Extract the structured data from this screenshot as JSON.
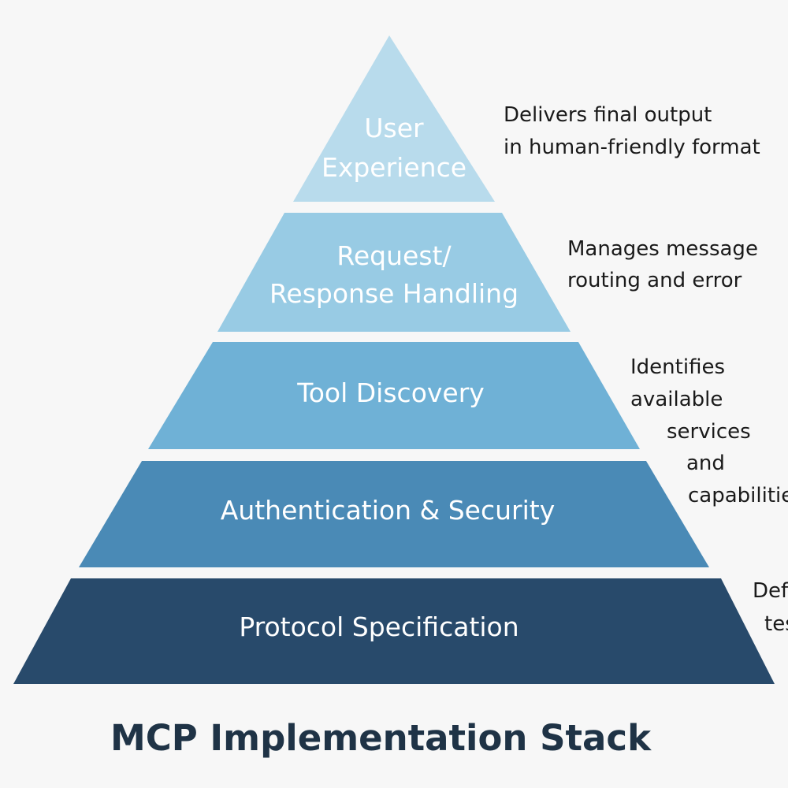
{
  "title": "MCP Implementation Stack",
  "colors": {
    "background": "#f7f7f7",
    "tier_1": "#b8dbec",
    "tier_2": "#98cbe4",
    "tier_3": "#6fb1d6",
    "tier_4": "#4a8ab6",
    "tier_5": "#284a6b",
    "label_text": "#ffffff",
    "annotation_text": "#1a1a1a",
    "title_text": "#1f3346"
  },
  "pyramid": {
    "tiers": [
      {
        "label_lines": [
          "User",
          "Experience"
        ],
        "color": "#b8dbec"
      },
      {
        "label_lines": [
          "Request/",
          "Response Handling"
        ],
        "color": "#98cbe4"
      },
      {
        "label_lines": [
          "Tool Discovery"
        ],
        "color": "#6fb1d6"
      },
      {
        "label_lines": [
          "Authentication & Security"
        ],
        "color": "#4a8ab6"
      },
      {
        "label_lines": [
          "Protocol Specification"
        ],
        "color": "#284a6b"
      }
    ]
  },
  "annotations": [
    {
      "lines": [
        "Delivers final output",
        "in human-friendly format"
      ]
    },
    {
      "lines": [
        "Manages message",
        "routing and error"
      ]
    },
    {
      "lines": [
        "Identifies",
        "available",
        "services",
        "and",
        "capabilitie"
      ]
    },
    {
      "lines": [
        "Defi",
        "tes"
      ]
    }
  ]
}
